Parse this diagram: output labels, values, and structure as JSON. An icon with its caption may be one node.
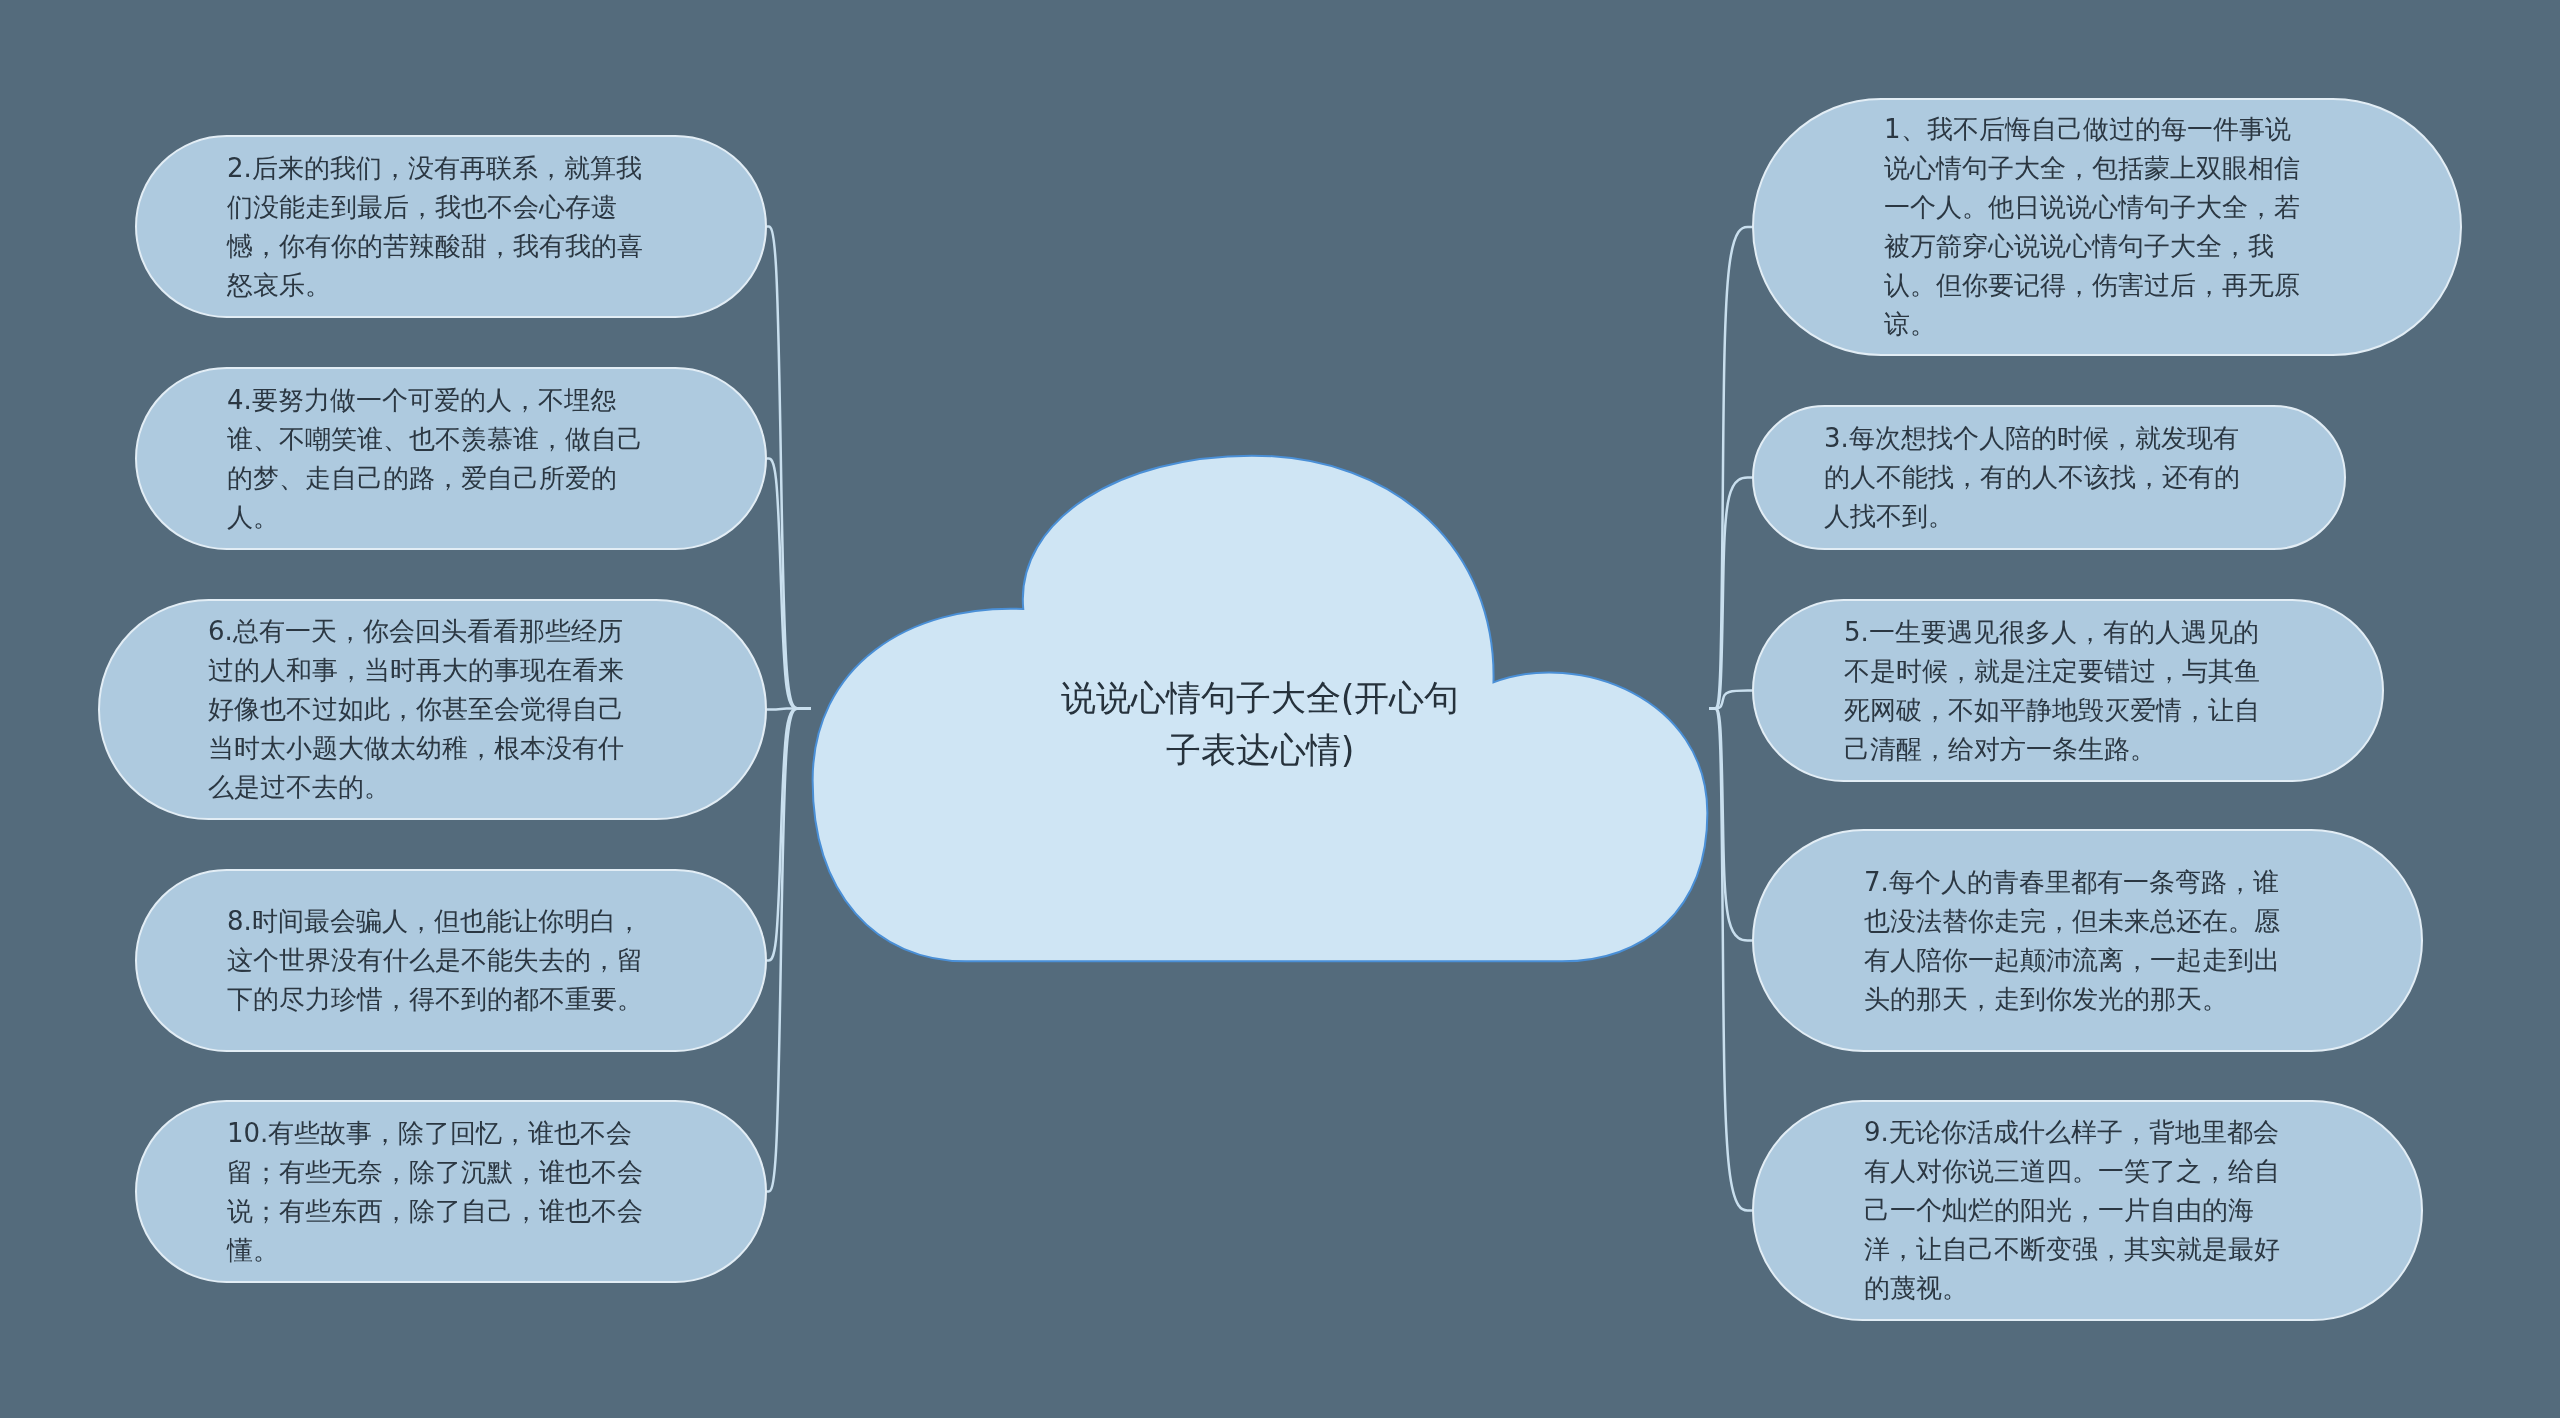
{
  "diagram": {
    "nodes": [
      {
        "text": [
          "说说心情句子大全(开心句子表达心情)"
        ]
      },
      {
        "text": [
          "1、我不后悔自己做过的每一件事说说心情句子大全，包括蒙上双眼相信一个人。他日说说心情句子大全，若被万箭穿心说说心情句子大全，我认。但你要记得，伤害过后，再无原谅。"
        ]
      },
      {
        "text": [
          "2.后来的我们，没有再联系，就算我们没能走到最后，我也不会心存遗憾，你有你的苦辣酸甜，我有我的喜怒哀乐。"
        ]
      },
      {
        "text": [
          "3.每次想找个人陪的时候，就发现有的人不能找，有的人不该找，还有的人找不到。"
        ]
      },
      {
        "text": [
          "4.要努力做一个可爱的人，不埋怨谁、不嘲笑谁、也不羡慕谁，做自己的梦、走自己的路，爱自己所爱的人。"
        ]
      },
      {
        "text": [
          "5.一生要遇见很多人，有的人遇见的不是时候，就是注定要错过，与其鱼死网破，不如平静地毁灭爱情，让自己清醒，给对方一条生路。"
        ]
      },
      {
        "text": [
          "6.总有一天，你会回头看看那些经历过的人和事，当时再大的事现在看来好像也不过如此，你甚至会觉得自己当时太小题大做太幼稚，根本没有什么是过不去的。"
        ]
      },
      {
        "text": [
          "7.每个人的青春里都有一条弯路，谁也没法替你走完，但未来总还在。愿有人陪你一起颠沛流离，一起走到出头的那天，走到你发光的那天。"
        ]
      },
      {
        "text": [
          "8.时间最会骗人，但也能让你明白，这个世界没有什么是不能失去的，留下的尽力珍惜，得不到的都不重要。"
        ]
      },
      {
        "text": [
          "9.无论你活成什么样子，背地里都会有人对你说三道四。一笑了之，给自己一个灿烂的阳光，一片自由的海洋，让自己不断变强，其实就是最好的蔑视。"
        ]
      },
      {
        "text": [
          "10.有些故事，除了回忆，谁也不会留；有些无奈，除了沉默，谁也不会说；有些东西，除了自己，谁也不会懂。"
        ]
      }
    ],
    "edges": [
      {
        "from": 0,
        "to": 1,
        "arrow": "none"
      },
      {
        "from": 0,
        "to": 2,
        "arrow": "none"
      },
      {
        "from": 0,
        "to": 3,
        "arrow": "none"
      },
      {
        "from": 0,
        "to": 4,
        "arrow": "none"
      },
      {
        "from": 0,
        "to": 5,
        "arrow": "none"
      },
      {
        "from": 0,
        "to": 6,
        "arrow": "none"
      },
      {
        "from": 0,
        "to": 7,
        "arrow": "none"
      },
      {
        "from": 0,
        "to": 8,
        "arrow": "none"
      },
      {
        "from": 0,
        "to": 9,
        "arrow": "none"
      },
      {
        "from": 0,
        "to": 10,
        "arrow": "none"
      }
    ]
  }
}
